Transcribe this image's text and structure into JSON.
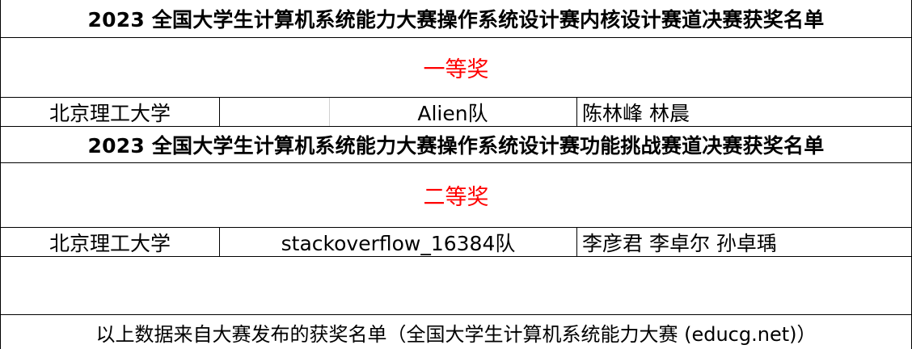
{
  "sections": [
    {
      "title": "2023 全国大学生计算机系统能力大赛操作系统设计赛内核设计赛道决赛获奖名单",
      "prize": "一等奖",
      "prize_color": "#ff0000",
      "entry": {
        "university": "北京理工大学",
        "team": "Alien队",
        "members": "陈林峰 林晨"
      }
    },
    {
      "title": "2023 全国大学生计算机系统能力大赛操作系统设计赛功能挑战赛道决赛获奖名单",
      "prize": "二等奖",
      "prize_color": "#ff0000",
      "entry": {
        "university": "北京理工大学",
        "team": "stackoverflow_16384队",
        "members": "李彦君 李卓尔 孙卓瑀"
      }
    }
  ],
  "footer": "以上数据来自大赛发布的获奖名单（全国大学生计算机系统能力大赛 (educg.net)）"
}
